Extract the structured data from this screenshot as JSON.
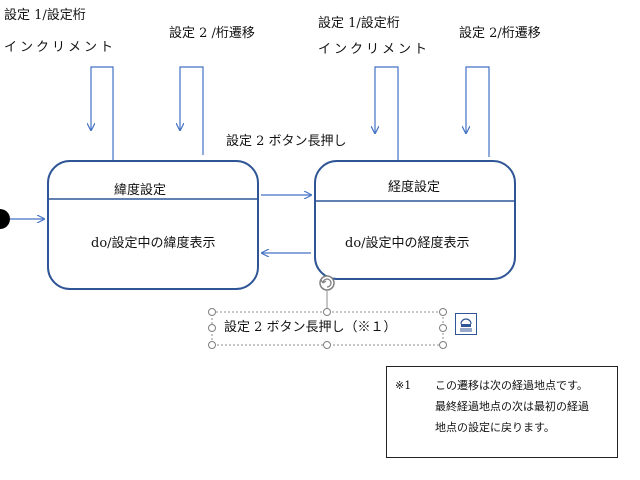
{
  "labels": {
    "top_left_line1": "設定 1/設定桁",
    "top_left_line2": "インクリメント",
    "top_left_transition": "設定 2 /桁遷移",
    "top_right_line1": "設定 1/設定桁",
    "top_right_line2": "インクリメント",
    "top_right_transition": "設定 2/桁遷移",
    "middle_long_press": "設定 2 ボタン長押し",
    "selected_long_press": "設定 2 ボタン長押し（※１）"
  },
  "states": [
    {
      "title": "緯度設定",
      "body": "do/設定中の緯度表示"
    },
    {
      "title": "経度設定",
      "body": "do/設定中の経度表示"
    }
  ],
  "note": {
    "mark": "※1",
    "line1": "この遷移は次の経過地点です。",
    "line2": "最終経過地点の次は最初の経過",
    "line3": "地点の設定に戻ります。"
  },
  "colors": {
    "state_border": "#2f5597",
    "arrow": "#4472c4",
    "handle": "#7f7f7f"
  },
  "icons": [
    "initial-state-icon",
    "rotate-handle-icon",
    "layout-options-icon"
  ]
}
